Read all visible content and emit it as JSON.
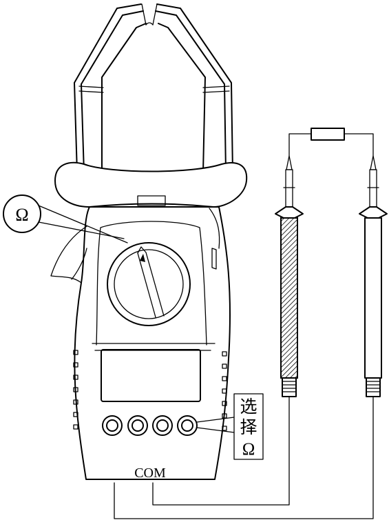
{
  "labels": {
    "ohm_callout": "Ω",
    "select_line1": "选",
    "select_line2": "择",
    "select_line3": "Ω",
    "com_jack": "COM"
  }
}
